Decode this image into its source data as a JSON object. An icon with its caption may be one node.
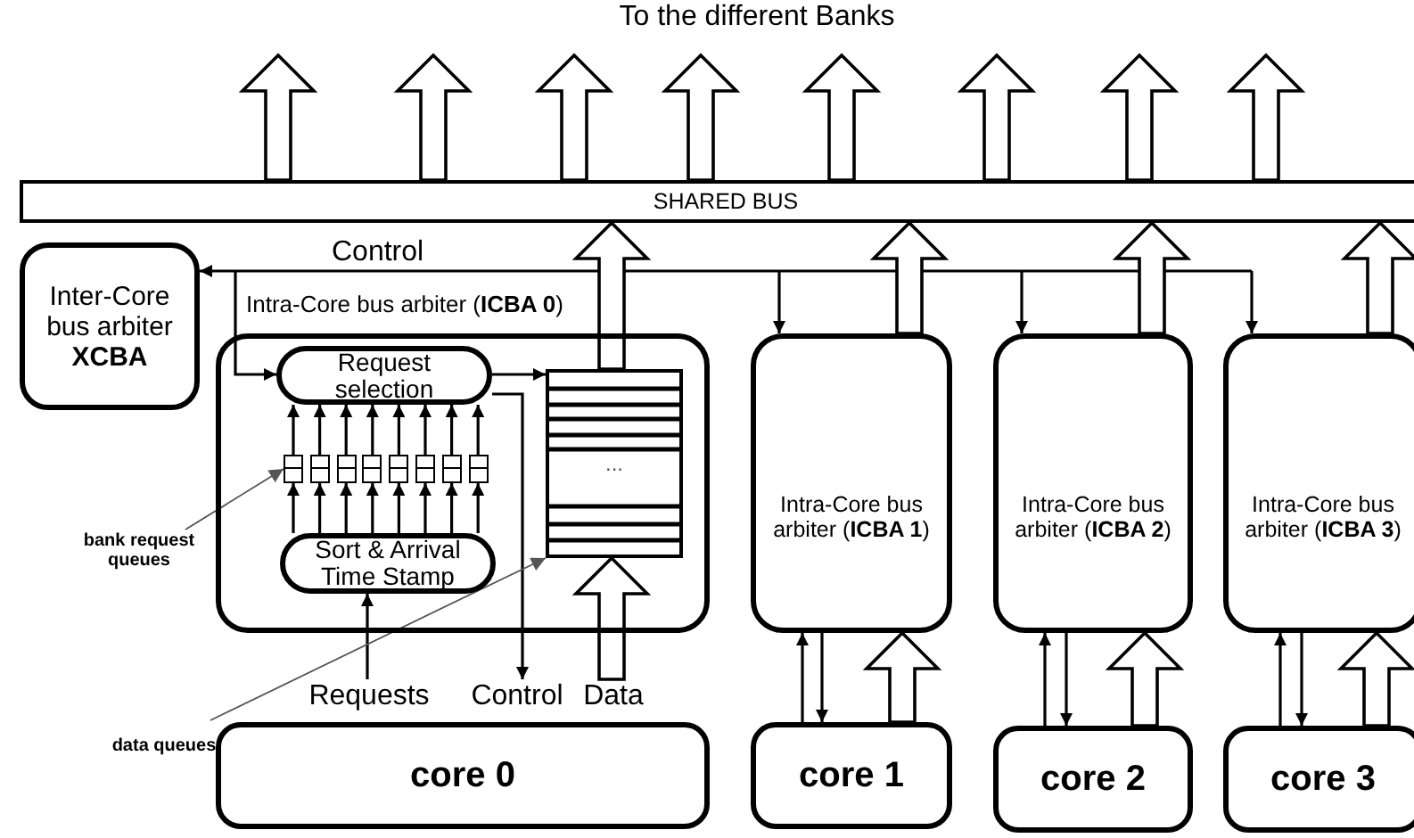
{
  "diagram": {
    "nodes": [
      {
        "text": [
          "SHARED BUS"
        ]
      },
      {
        "text": [
          "Inter-Core bus arbiter **XCBA**"
        ]
      },
      {
        "text": [
          "Intra-Core bus arbiter (**ICBA 0**)"
        ]
      },
      {
        "text": [
          "Request selection"
        ],
        "in": 2
      },
      {
        "text": [],
        "shape": "box",
        "in": 2
      },
      {
        "text": [],
        "shape": "box",
        "in": 2
      },
      {
        "text": [],
        "shape": "box",
        "in": 2
      },
      {
        "text": [],
        "shape": "box",
        "in": 2
      },
      {
        "text": [],
        "shape": "box",
        "in": 2
      },
      {
        "text": [],
        "shape": "box",
        "in": 2
      },
      {
        "text": [],
        "shape": "box",
        "in": 2
      },
      {
        "text": [],
        "shape": "box",
        "in": 2
      },
      {
        "text": [
          "Sort & Arrival Time Stamp"
        ],
        "in": 2
      },
      {
        "text": [
          "..."
        ],
        "in": 2
      },
      {
        "text": [
          "Intra-Core bus arbiter (**ICBA 1**)"
        ]
      },
      {
        "text": [
          "Intra-Core bus arbiter (**ICBA 2**)"
        ]
      },
      {
        "text": [
          "Intra-Core bus arbiter (**ICBA 3**)"
        ]
      },
      {
        "text": [
          "bank request queues"
        ]
      },
      {
        "text": [
          "Requests"
        ]
      },
      {
        "text": [
          "Control"
        ]
      },
      {
        "text": [
          "Data"
        ]
      },
      {
        "text": [
          "data queues"
        ]
      },
      {
        "text": [
          "core 0"
        ]
      },
      {
        "text": [
          "core 1"
        ]
      },
      {
        "text": [
          "core 2"
        ]
      },
      {
        "text": [
          "core 3"
        ]
      }
    ],
    "edges": [
      {
        "from": 0,
        "to": null,
        "arrow": "to",
        "style": "thick"
      },
      {
        "from": 0,
        "to": null,
        "arrow": "to",
        "style": "thick"
      },
      {
        "from": 0,
        "to": null,
        "arrow": "to",
        "style": "thick"
      },
      {
        "from": 0,
        "to": null,
        "arrow": "to",
        "style": "thick"
      },
      {
        "from": 0,
        "to": null,
        "arrow": "to",
        "style": "thick"
      },
      {
        "from": 0,
        "to": null,
        "arrow": "to",
        "style": "thick"
      },
      {
        "from": 0,
        "to": null,
        "arrow": "to",
        "style": "thick"
      },
      {
        "from": 0,
        "to": null,
        "arrow": "to",
        "style": "thick"
      },
      {
        "from": null,
        "to": 1,
        "arrow": "to",
        "label": "Control"
      },
      {
        "from": null,
        "to": 3,
        "arrow": "to"
      },
      {
        "from": null,
        "to": 14,
        "arrow": "to"
      },
      {
        "from": null,
        "to": 15,
        "arrow": "to"
      },
      {
        "from": null,
        "to": 16,
        "arrow": "to"
      },
      {
        "from": 3,
        "to": 13,
        "arrow": "to"
      },
      {
        "from": 12,
        "to": 4,
        "arrow": "to"
      },
      {
        "from": 12,
        "to": 5,
        "arrow": "to"
      },
      {
        "from": 12,
        "to": 6,
        "arrow": "to"
      },
      {
        "from": 12,
        "to": 7,
        "arrow": "to"
      },
      {
        "from": 12,
        "to": 8,
        "arrow": "to"
      },
      {
        "from": 12,
        "to": 9,
        "arrow": "to"
      },
      {
        "from": 12,
        "to": 10,
        "arrow": "to"
      },
      {
        "from": 12,
        "to": 11,
        "arrow": "to"
      },
      {
        "from": 4,
        "to": 3,
        "arrow": "to"
      },
      {
        "from": 5,
        "to": 3,
        "arrow": "to"
      },
      {
        "from": 6,
        "to": 3,
        "arrow": "to"
      },
      {
        "from": 7,
        "to": 3,
        "arrow": "to"
      },
      {
        "from": 8,
        "to": 3,
        "arrow": "to"
      },
      {
        "from": 9,
        "to": 3,
        "arrow": "to"
      },
      {
        "from": 10,
        "to": 3,
        "arrow": "to"
      },
      {
        "from": 11,
        "to": 3,
        "arrow": "to"
      },
      {
        "from": 18,
        "to": 12,
        "arrow": "to"
      },
      {
        "from": 3,
        "to": 19,
        "arrow": "to"
      },
      {
        "from": 20,
        "to": 13,
        "arrow": "to",
        "style": "thick"
      },
      {
        "from": 13,
        "to": 0,
        "arrow": "to",
        "style": "thick"
      },
      {
        "from": 14,
        "to": 0,
        "arrow": "to",
        "style": "thick"
      },
      {
        "from": 15,
        "to": 0,
        "arrow": "to",
        "style": "thick"
      },
      {
        "from": 16,
        "to": 0,
        "arrow": "to",
        "style": "thick"
      },
      {
        "from": 23,
        "to": 14,
        "arrow": "to"
      },
      {
        "from": 14,
        "to": 23,
        "arrow": "to"
      },
      {
        "from": 23,
        "to": 14,
        "arrow": "to",
        "style": "thick"
      },
      {
        "from": 24,
        "to": 15,
        "arrow": "to"
      },
      {
        "from": 15,
        "to": 24,
        "arrow": "to"
      },
      {
        "from": 24,
        "to": 15,
        "arrow": "to",
        "style": "thick"
      },
      {
        "from": 25,
        "to": 16,
        "arrow": "to"
      },
      {
        "from": 16,
        "to": 25,
        "arrow": "to"
      },
      {
        "from": 25,
        "to": 16,
        "arrow": "to",
        "style": "thick"
      },
      {
        "from": 17,
        "to": 4,
        "arrow": "to",
        "color": "#555555"
      },
      {
        "from": 21,
        "to": 13,
        "arrow": "to",
        "color": "#555555"
      }
    ],
    "labels": [
      "To the different Banks"
    ]
  }
}
